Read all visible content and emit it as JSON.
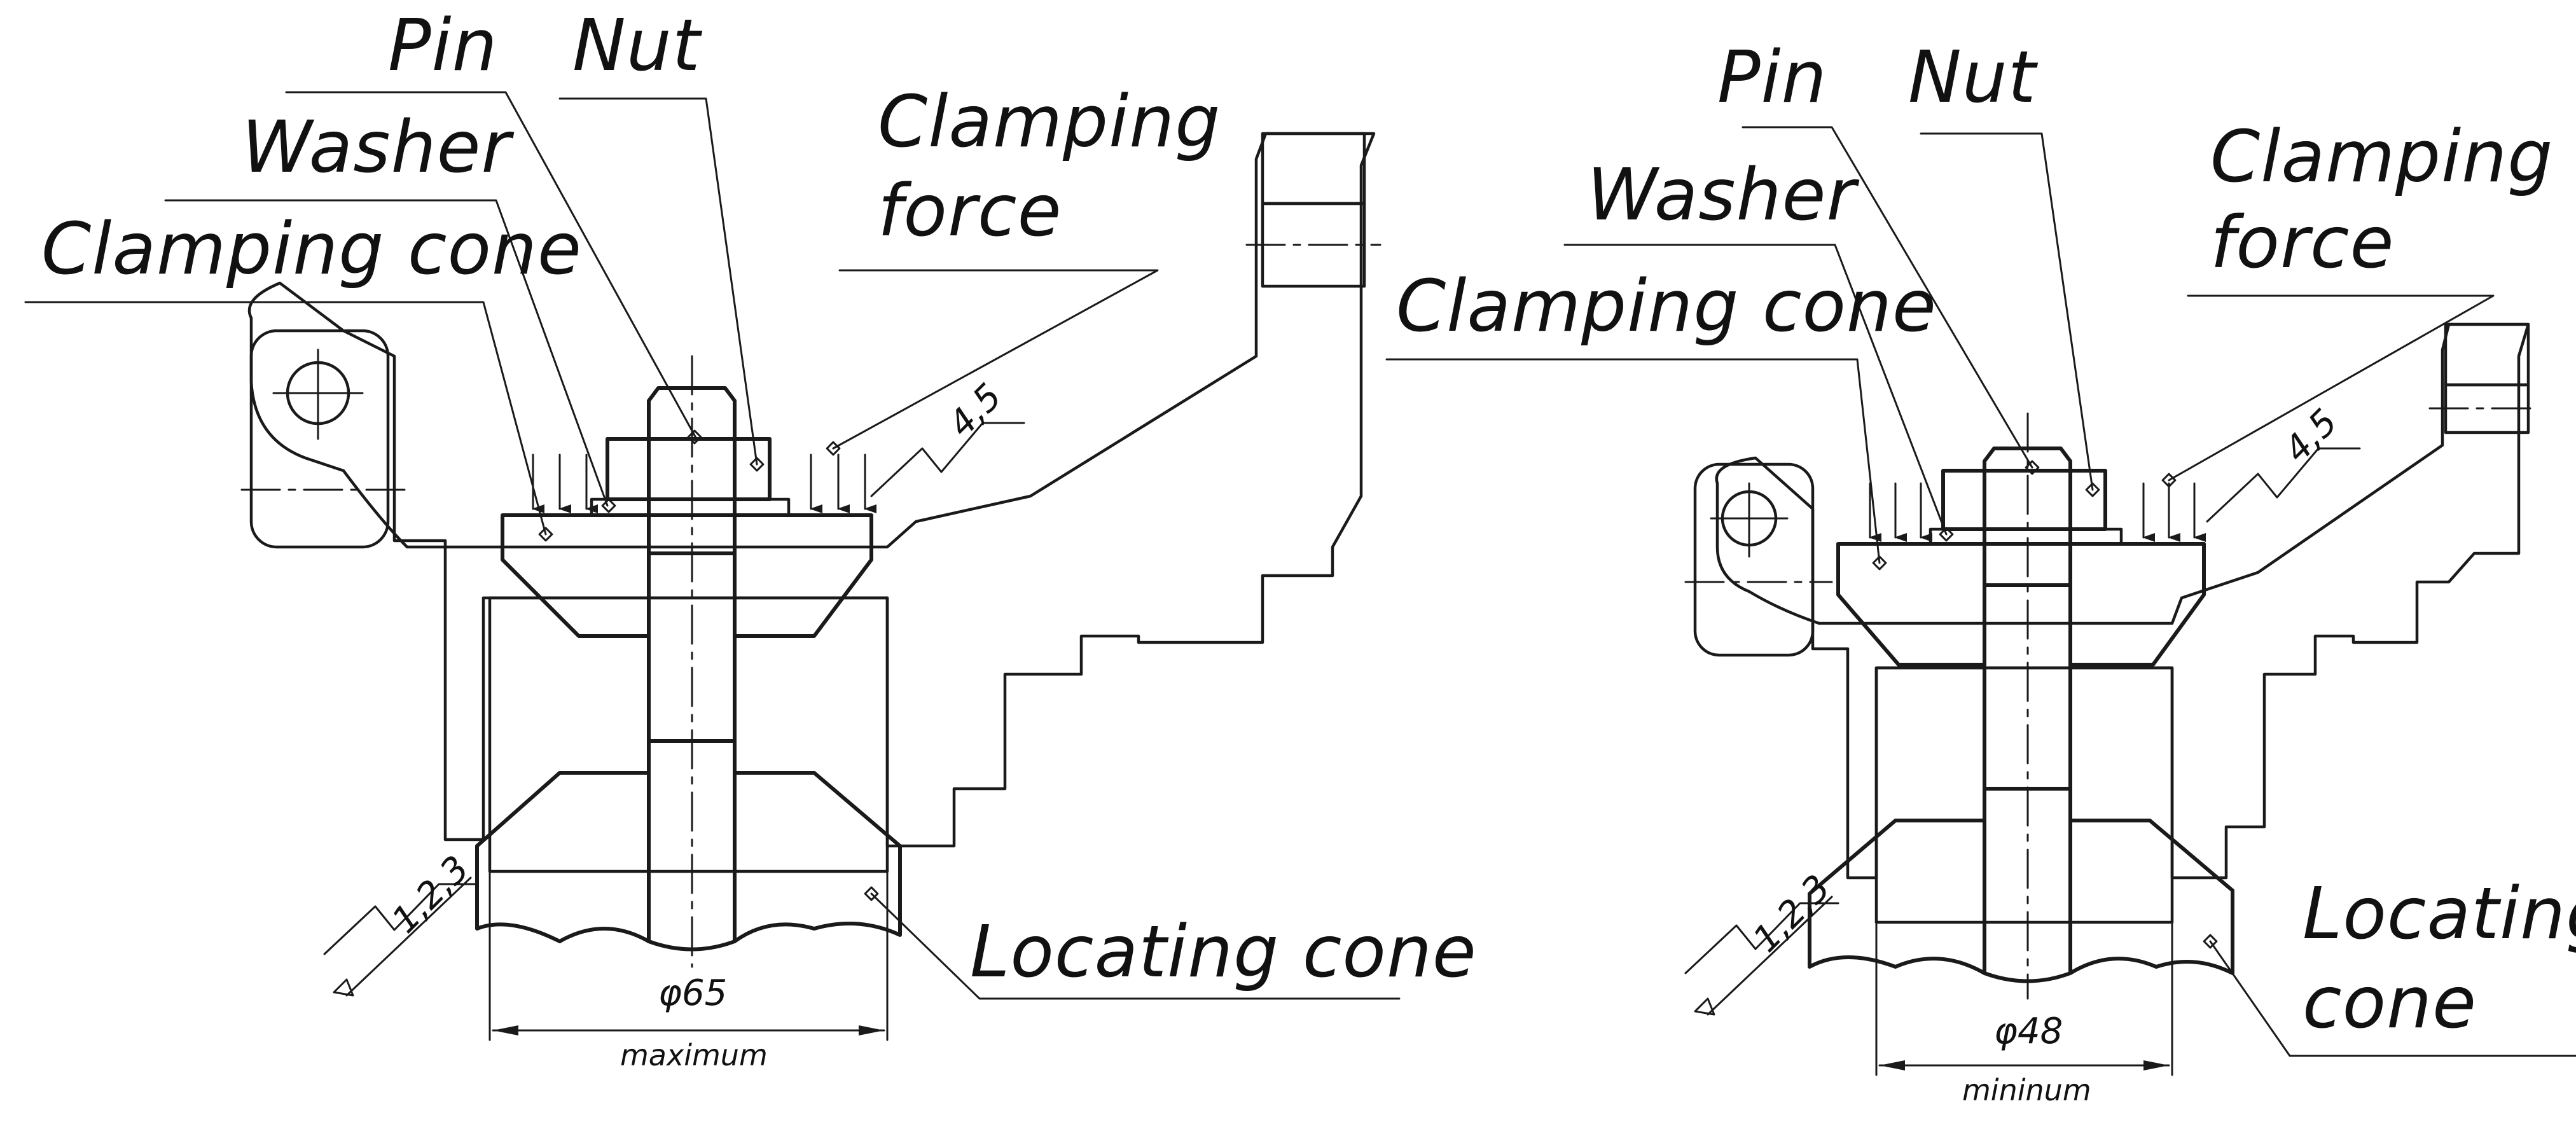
{
  "views": [
    {
      "id": "left",
      "labels": {
        "pin": "Pin",
        "nut": "Nut",
        "washer": "Washer",
        "clamping_cone": "Clamping cone",
        "clamping_force_1": "Clamping",
        "clamping_force_2": "force",
        "locating_cone_1": "Locating cone",
        "locating_cone_2": ""
      },
      "diameter": "φ65",
      "diameter_note": "maximum",
      "roughness_top": "4,5",
      "roughness_bottom": "1,2,3"
    },
    {
      "id": "right",
      "labels": {
        "pin": "Pin",
        "nut": "Nut",
        "washer": "Washer",
        "clamping_cone": "Clamping cone",
        "clamping_force_1": "Clamping",
        "clamping_force_2": "force",
        "locating_cone_1": "Locating",
        "locating_cone_2": "cone"
      },
      "diameter": "φ48",
      "diameter_note": "mininum",
      "roughness_top": "4,5",
      "roughness_bottom": "1,2,3"
    }
  ],
  "colors": {
    "ink": "#1a1a1a",
    "background": "#ffffff"
  }
}
